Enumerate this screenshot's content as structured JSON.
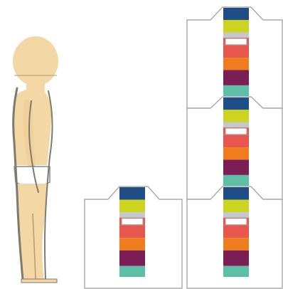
{
  "colors": {
    "navy": "#1f4e87",
    "lime": "#cdd41f",
    "gray": "#c4c8cc",
    "white": "#ffffff",
    "red": "#e8574d",
    "orange": "#ef7d1e",
    "plum": "#7b1e55",
    "teal": "#5fbfa6",
    "outline": "#9a9a9a",
    "skin": "#f3d7a4",
    "skin_shadow": "#7e7a6e",
    "diaper": "#ffffff"
  },
  "stripe_order": [
    "navy",
    "lime",
    "gray",
    "white",
    "red",
    "orange",
    "plum",
    "teal"
  ],
  "diagram": {
    "figure": {
      "icon": "child-silhouette-icon"
    },
    "boxes": [
      {
        "id": "single-box"
      },
      {
        "id": "stack-box-top"
      },
      {
        "id": "stack-box-middle"
      },
      {
        "id": "stack-box-bottom"
      }
    ]
  }
}
